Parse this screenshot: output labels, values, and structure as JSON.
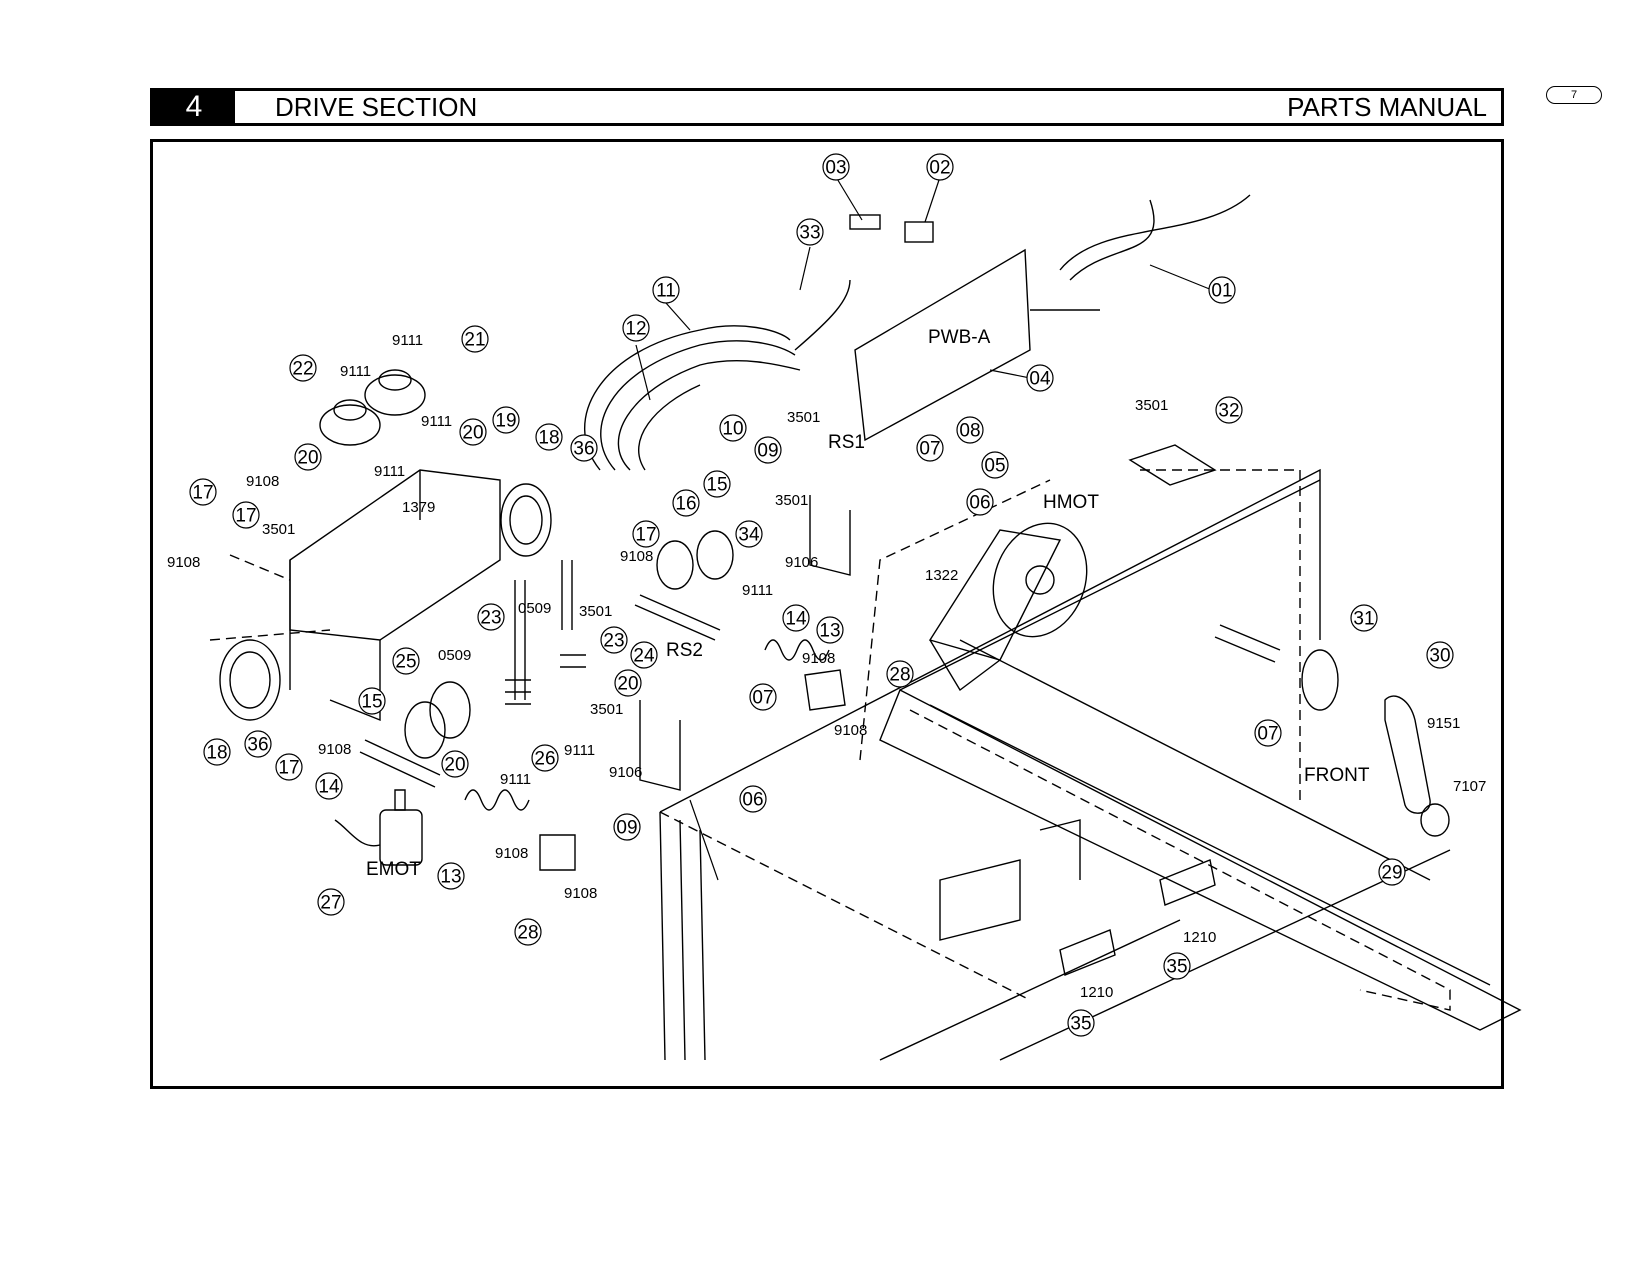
{
  "header": {
    "section_number": "4",
    "section_title": "DRIVE SECTION",
    "manual_title": "PARTS MANUAL",
    "page_tab": "7"
  },
  "diagram": {
    "callouts": [
      "03",
      "02",
      "33",
      "11",
      "12",
      "01",
      "04",
      "21",
      "22",
      "19",
      "18",
      "36",
      "10",
      "08",
      "20",
      "17",
      "07",
      "06",
      "05",
      "09",
      "15",
      "16",
      "34",
      "32",
      "31",
      "30",
      "23",
      "24",
      "13",
      "14",
      "25",
      "26",
      "28",
      "27",
      "29",
      "35"
    ],
    "screw_codes": [
      "9111",
      "9108",
      "3501",
      "1379",
      "1322",
      "0509",
      "9106",
      "9151",
      "7107",
      "1210"
    ],
    "labels": {
      "pwb_a": "PWB-A",
      "rs1": "RS1",
      "rs2": "RS2",
      "hmot": "HMOT",
      "emot": "EMOT",
      "front": "FRONT"
    }
  }
}
